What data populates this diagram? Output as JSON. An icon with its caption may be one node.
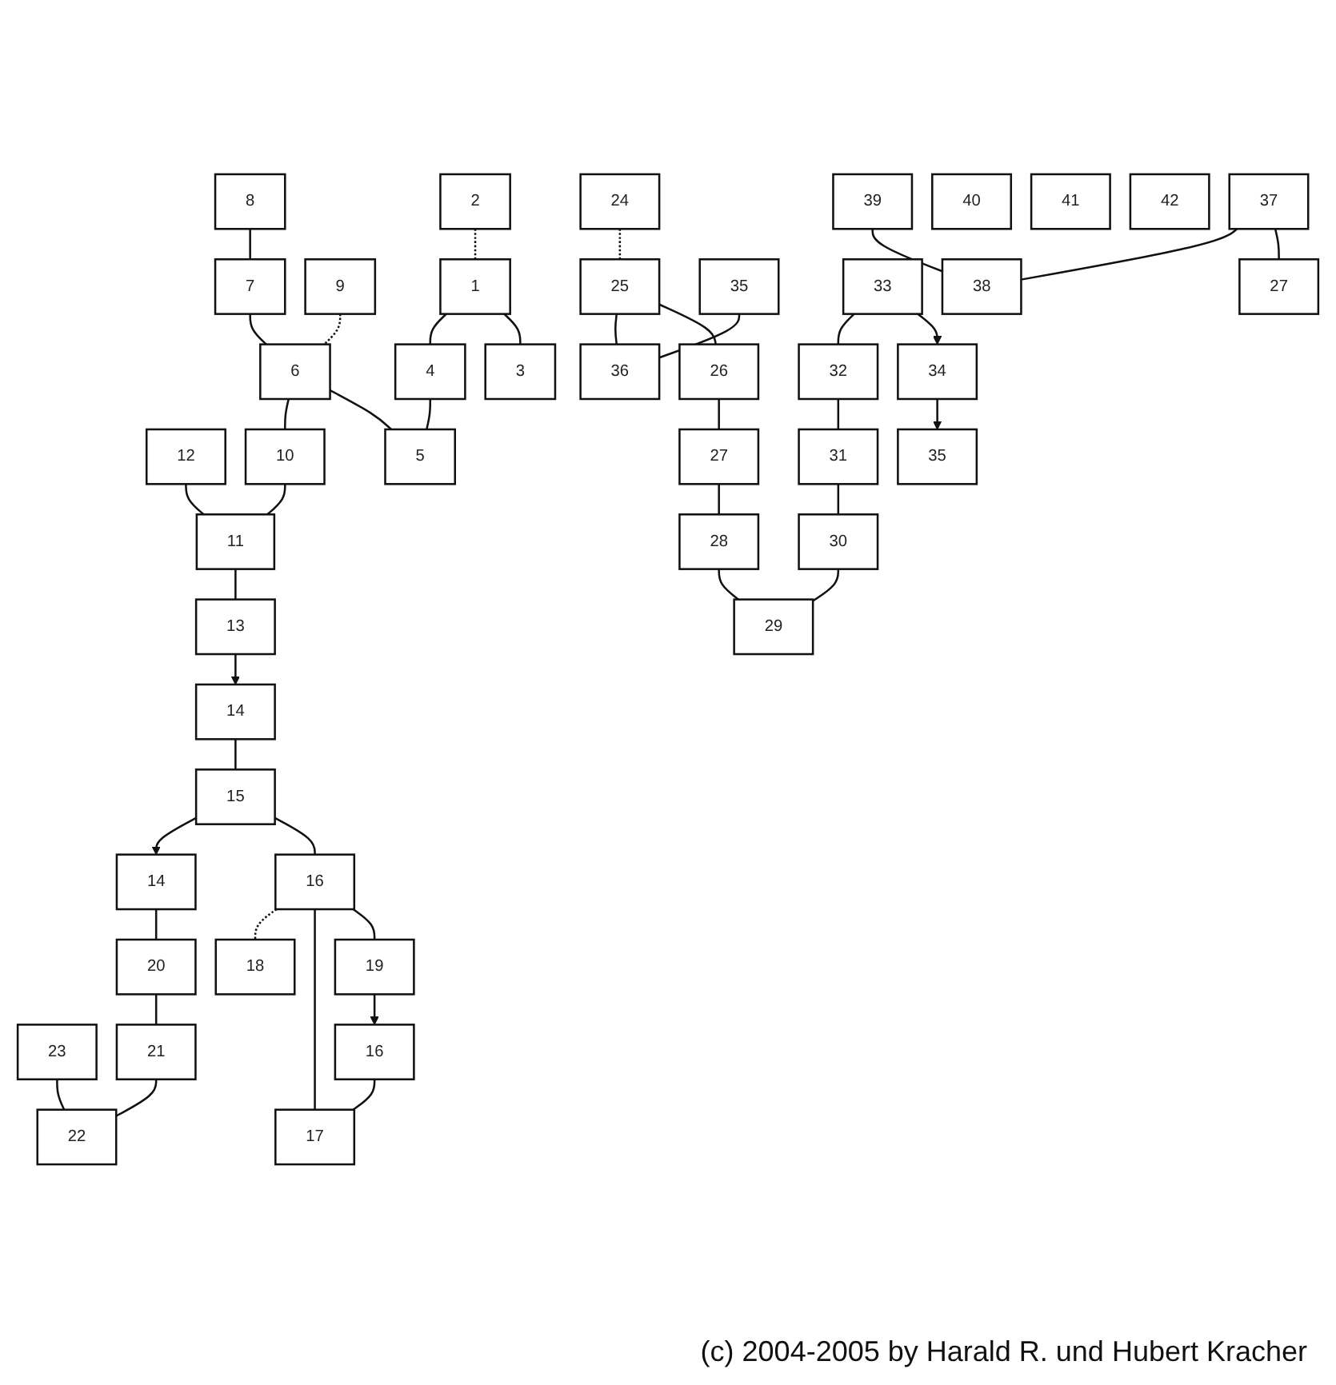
{
  "diagram": {
    "nodes": [
      {
        "text": [
          "14"
        ]
      },
      {
        "text": [
          "23"
        ]
      },
      {
        "text": [
          "20"
        ]
      },
      {
        "text": [
          "21"
        ]
      },
      {
        "text": [
          "22"
        ]
      },
      {
        "text": [
          "15"
        ]
      },
      {
        "text": [
          "16"
        ]
      },
      {
        "text": [
          "18"
        ]
      },
      {
        "text": [
          "8"
        ]
      },
      {
        "text": [
          "7"
        ]
      },
      {
        "text": [
          "12"
        ]
      },
      {
        "text": [
          "14"
        ]
      },
      {
        "text": [
          "16"
        ]
      },
      {
        "text": [
          "17"
        ]
      },
      {
        "text": [
          "19"
        ]
      },
      {
        "text": [
          "9"
        ]
      },
      {
        "text": [
          "6"
        ]
      },
      {
        "text": [
          "10"
        ]
      },
      {
        "text": [
          "11"
        ]
      },
      {
        "text": [
          "13"
        ]
      },
      {
        "text": [
          "24"
        ]
      },
      {
        "text": [
          "2"
        ]
      },
      {
        "text": [
          "1"
        ]
      },
      {
        "text": [
          "4"
        ]
      },
      {
        "text": [
          "5"
        ]
      },
      {
        "text": [
          "25"
        ]
      },
      {
        "text": [
          "3"
        ]
      },
      {
        "text": [
          "34"
        ]
      },
      {
        "text": [
          "35"
        ]
      },
      {
        "text": [
          "36"
        ]
      },
      {
        "text": [
          "26"
        ]
      },
      {
        "text": [
          "35"
        ]
      },
      {
        "text": [
          "33"
        ]
      },
      {
        "text": [
          "32"
        ]
      },
      {
        "text": [
          "31"
        ]
      },
      {
        "text": [
          "30"
        ]
      },
      {
        "text": [
          "28"
        ]
      },
      {
        "text": [
          "27"
        ]
      },
      {
        "text": [
          "29"
        ]
      },
      {
        "text": [
          "39"
        ]
      },
      {
        "text": [
          "40"
        ]
      },
      {
        "text": [
          "41"
        ]
      },
      {
        "text": [
          "42"
        ]
      },
      {
        "text": [
          "37"
        ]
      },
      {
        "text": [
          "38"
        ]
      },
      {
        "text": [
          "27"
        ]
      }
    ],
    "edges": [
      {
        "from": 5,
        "to": 0,
        "arrow": "to"
      },
      {
        "from": 0,
        "to": 2,
        "arrow": "none"
      },
      {
        "from": 2,
        "to": 3,
        "arrow": "none"
      },
      {
        "from": 3,
        "to": 4,
        "arrow": "none"
      },
      {
        "from": 1,
        "to": 4,
        "arrow": "none"
      },
      {
        "from": 5,
        "to": 6,
        "arrow": "none"
      },
      {
        "from": 6,
        "to": 7,
        "arrow": "none",
        "style": "dashed"
      },
      {
        "from": 6,
        "to": 13,
        "arrow": "none"
      },
      {
        "from": 6,
        "to": 14,
        "arrow": "none"
      },
      {
        "from": 12,
        "to": 13,
        "arrow": "none"
      },
      {
        "from": 14,
        "to": 12,
        "arrow": "to"
      },
      {
        "from": 11,
        "to": 5,
        "arrow": "none"
      },
      {
        "from": 19,
        "to": 11,
        "arrow": "to"
      },
      {
        "from": 8,
        "to": 9,
        "arrow": "none"
      },
      {
        "from": 9,
        "to": 16,
        "arrow": "none"
      },
      {
        "from": 15,
        "to": 16,
        "arrow": "none",
        "style": "dashed"
      },
      {
        "from": 16,
        "to": 17,
        "arrow": "none"
      },
      {
        "from": 17,
        "to": 18,
        "arrow": "none"
      },
      {
        "from": 10,
        "to": 18,
        "arrow": "none"
      },
      {
        "from": 18,
        "to": 19,
        "arrow": "none"
      },
      {
        "from": 16,
        "to": 24,
        "arrow": "none"
      },
      {
        "from": 21,
        "to": 22,
        "arrow": "none",
        "style": "dashed"
      },
      {
        "from": 22,
        "to": 23,
        "arrow": "none"
      },
      {
        "from": 23,
        "to": 24,
        "arrow": "none"
      },
      {
        "from": 22,
        "to": 26,
        "arrow": "none"
      },
      {
        "from": 20,
        "to": 25,
        "arrow": "none",
        "style": "dashed"
      },
      {
        "from": 25,
        "to": 29,
        "arrow": "none"
      },
      {
        "from": 25,
        "to": 30,
        "arrow": "none"
      },
      {
        "from": 28,
        "to": 29,
        "arrow": "none"
      },
      {
        "from": 30,
        "to": 37,
        "arrow": "none"
      },
      {
        "from": 37,
        "to": 36,
        "arrow": "none"
      },
      {
        "from": 36,
        "to": 38,
        "arrow": "none"
      },
      {
        "from": 35,
        "to": 38,
        "arrow": "none"
      },
      {
        "from": 34,
        "to": 35,
        "arrow": "none"
      },
      {
        "from": 33,
        "to": 34,
        "arrow": "none"
      },
      {
        "from": 32,
        "to": 33,
        "arrow": "none"
      },
      {
        "from": 32,
        "to": 27,
        "arrow": "to"
      },
      {
        "from": 27,
        "to": 31,
        "arrow": "to"
      },
      {
        "from": 39,
        "to": 44,
        "arrow": "none"
      },
      {
        "from": 43,
        "to": 44,
        "arrow": "none"
      },
      {
        "from": 43,
        "to": 45,
        "arrow": "none"
      }
    ],
    "labels": [
      "(c) 2004-2005 by Harald R. und Hubert Kracher"
    ]
  }
}
